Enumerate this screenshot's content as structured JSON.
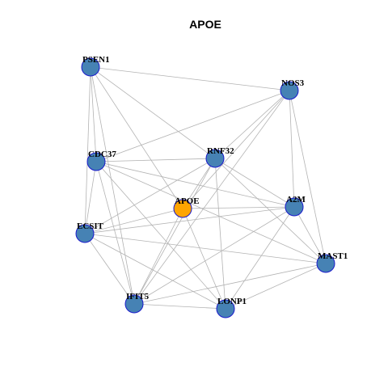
{
  "title": "APOE",
  "colors": {
    "node_default": "#4682b4",
    "node_focus": "#ffa500",
    "node_border": "#1a1acc",
    "edge": "#b3b3b3"
  },
  "nodes": [
    {
      "id": "APOE",
      "label": "APOE",
      "focus": true
    },
    {
      "id": "PSEN1",
      "label": "PSEN1"
    },
    {
      "id": "NOS3",
      "label": "NOS3"
    },
    {
      "id": "CDC37",
      "label": "CDC37"
    },
    {
      "id": "RNF32",
      "label": "RNF32"
    },
    {
      "id": "A2M",
      "label": "A2M"
    },
    {
      "id": "ECSIT",
      "label": "ECSIT"
    },
    {
      "id": "MAST1",
      "label": "MAST1"
    },
    {
      "id": "IFIT5",
      "label": "IFIT5"
    },
    {
      "id": "LONP1",
      "label": "LONP1"
    }
  ],
  "edges": [
    [
      "PSEN1",
      "NOS3"
    ],
    [
      "PSEN1",
      "CDC37"
    ],
    [
      "PSEN1",
      "ECSIT"
    ],
    [
      "PSEN1",
      "RNF32"
    ],
    [
      "PSEN1",
      "APOE"
    ],
    [
      "PSEN1",
      "IFIT5"
    ],
    [
      "NOS3",
      "CDC37"
    ],
    [
      "NOS3",
      "RNF32"
    ],
    [
      "NOS3",
      "A2M"
    ],
    [
      "NOS3",
      "MAST1"
    ],
    [
      "NOS3",
      "APOE"
    ],
    [
      "NOS3",
      "IFIT5"
    ],
    [
      "CDC37",
      "RNF32"
    ],
    [
      "CDC37",
      "A2M"
    ],
    [
      "CDC37",
      "MAST1"
    ],
    [
      "CDC37",
      "ECSIT"
    ],
    [
      "CDC37",
      "IFIT5"
    ],
    [
      "CDC37",
      "LONP1"
    ],
    [
      "RNF32",
      "ECSIT"
    ],
    [
      "RNF32",
      "A2M"
    ],
    [
      "RNF32",
      "MAST1"
    ],
    [
      "RNF32",
      "IFIT5"
    ],
    [
      "RNF32",
      "LONP1"
    ],
    [
      "RNF32",
      "APOE"
    ],
    [
      "APOE",
      "A2M"
    ],
    [
      "APOE",
      "ECSIT"
    ],
    [
      "APOE",
      "IFIT5"
    ],
    [
      "APOE",
      "LONP1"
    ],
    [
      "A2M",
      "ECSIT"
    ],
    [
      "A2M",
      "MAST1"
    ],
    [
      "A2M",
      "IFIT5"
    ],
    [
      "A2M",
      "LONP1"
    ],
    [
      "ECSIT",
      "MAST1"
    ],
    [
      "ECSIT",
      "IFIT5"
    ],
    [
      "ECSIT",
      "LONP1"
    ],
    [
      "MAST1",
      "IFIT5"
    ],
    [
      "MAST1",
      "LONP1"
    ],
    [
      "IFIT5",
      "LONP1"
    ]
  ]
}
